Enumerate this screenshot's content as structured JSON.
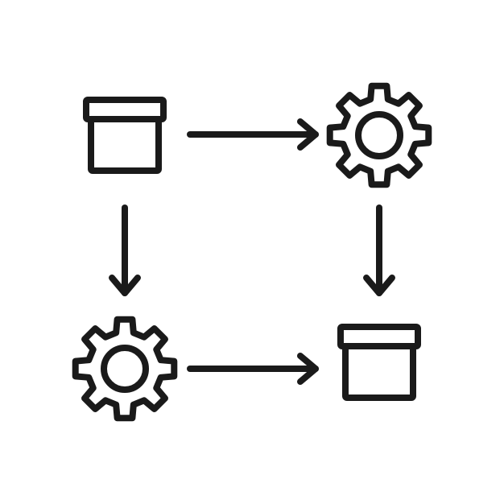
{
  "colors": {
    "background": "#ffffff",
    "stroke": "#1a1a1a"
  },
  "diagram": {
    "nodes": [
      {
        "id": "top-left",
        "icon": "box-icon"
      },
      {
        "id": "top-right",
        "icon": "gear-icon"
      },
      {
        "id": "bottom-left",
        "icon": "gear-icon"
      },
      {
        "id": "bottom-right",
        "icon": "box-icon"
      }
    ],
    "edges": [
      {
        "from": "top-left",
        "to": "top-right",
        "direction": "right"
      },
      {
        "from": "top-left",
        "to": "bottom-left",
        "direction": "down"
      },
      {
        "from": "top-right",
        "to": "bottom-right",
        "direction": "down"
      },
      {
        "from": "bottom-left",
        "to": "bottom-right",
        "direction": "right"
      }
    ]
  }
}
